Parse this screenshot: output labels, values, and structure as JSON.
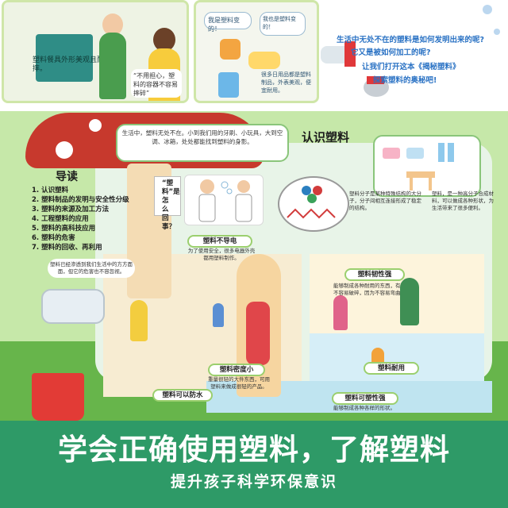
{
  "thumbnails": {
    "first": {
      "caption": "塑料餐具外形美观且耐摔。",
      "bubble": "“不用担心，塑料的容器不容易摔碎”"
    },
    "second": {
      "bubble_left": "我是塑料变的！",
      "bubble_right": "我也是塑料变的！",
      "caption": "很多日用品都是塑料制品，外表美观，便宜耐用。"
    }
  },
  "promo": {
    "line1": "生活中无处不在的塑料是如何发明出来的呢?",
    "line2": "它又是被如何加工的呢?",
    "line3": "让我们打开这本《揭秘塑料》",
    "line4": "探索塑料的奥秘吧!"
  },
  "book": {
    "intro": "生活中，塑料无处不在。小到我们用的牙刷、小玩具，大到空调、冰箱，处处都能找到塑料的身影。",
    "toc": {
      "title": "导读",
      "items": [
        "1. 认识塑料",
        "2. 塑料制品的发明与安全性分级",
        "3. 塑料的来源及加工方法",
        "4. 工程塑料的应用",
        "5. 塑料的高科技应用",
        "6. 塑料的危害",
        "7. 塑料的回收、再利用"
      ]
    },
    "cert_text": "“塑料”是怎么回事？",
    "section_title": "认识塑料",
    "molecule_text": "塑料分子是某种特殊结构的大分子，分子间相互连接形成了稳定的结构。",
    "molecule_text2": "塑料，是一种高分子合成材料，可以做成各种形状，为生活带来了很多便利。",
    "labels": {
      "insulation": "塑料不导电",
      "insulation_text": "为了使用安全，很多电器外壳都用塑料制作。",
      "toughness": "塑料韧性强",
      "toughness_text": "能够制成各种耐用的东西，有些塑料不容易破碎，因为不容易弯曲折断。",
      "waterproof": "塑料可以防水",
      "density": "塑料密度小",
      "density_text": "重量很轻的大件东西，可用塑料来做成很轻的产品。",
      "durable": "塑料耐用",
      "plasticity": "塑料可塑性强",
      "plasticity_text": "能够制成各种各样的形状。",
      "harm": "塑料已经渗透到我们生活中的方方面面，但它的危害也不容忽视。"
    }
  },
  "banner": {
    "title": "学会正确使用塑料，了解塑料",
    "subtitle": "提升孩子科学环保意识"
  },
  "colors": {
    "banner": "#2e9a67",
    "promo_text": "#2a72c4",
    "mushroom": "#c7392d",
    "background": "#c6e8a9"
  }
}
